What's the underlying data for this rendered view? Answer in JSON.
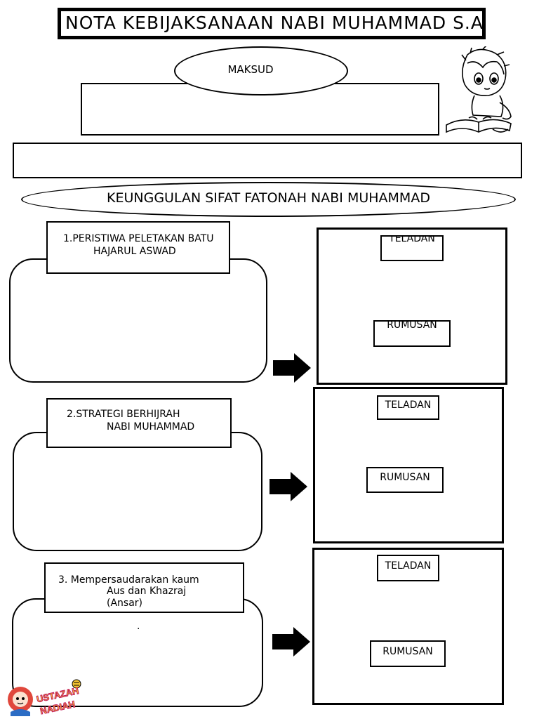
{
  "title": "NOTA KEBIJAKSANAAN NABI MUHAMMAD S.A.W",
  "maksud_label": "MAKSUD",
  "keunggulan_label": "KEUNGGULAN SIFAT FATONAH NABI MUHAMMAD",
  "sections": [
    {
      "line1": "1.PERISTIWA PELETAKAN BATU",
      "line2": "HAJARUL ASWAD",
      "line3": "",
      "body": "",
      "teladan": "TELADAN",
      "rumusan": "RUMUSAN"
    },
    {
      "line1": "2.STRATEGI BERHIJRAH",
      "line2": "NABI MUHAMMAD",
      "line3": "",
      "body": "",
      "teladan": "TELADAN",
      "rumusan": "RUMUSAN"
    },
    {
      "line1": "3. Mempersaudarakan kaum",
      "line2": "Aus dan Khazraj",
      "line3": "(Ansar)",
      "body": ".",
      "teladan": "TELADAN",
      "rumusan": "RUMUSAN"
    }
  ],
  "logo_text": "USTAZAH NADIAH",
  "icons": [
    "chibi-reading-icon",
    "arrow-right-icon",
    "ustazah-logo-icon"
  ]
}
